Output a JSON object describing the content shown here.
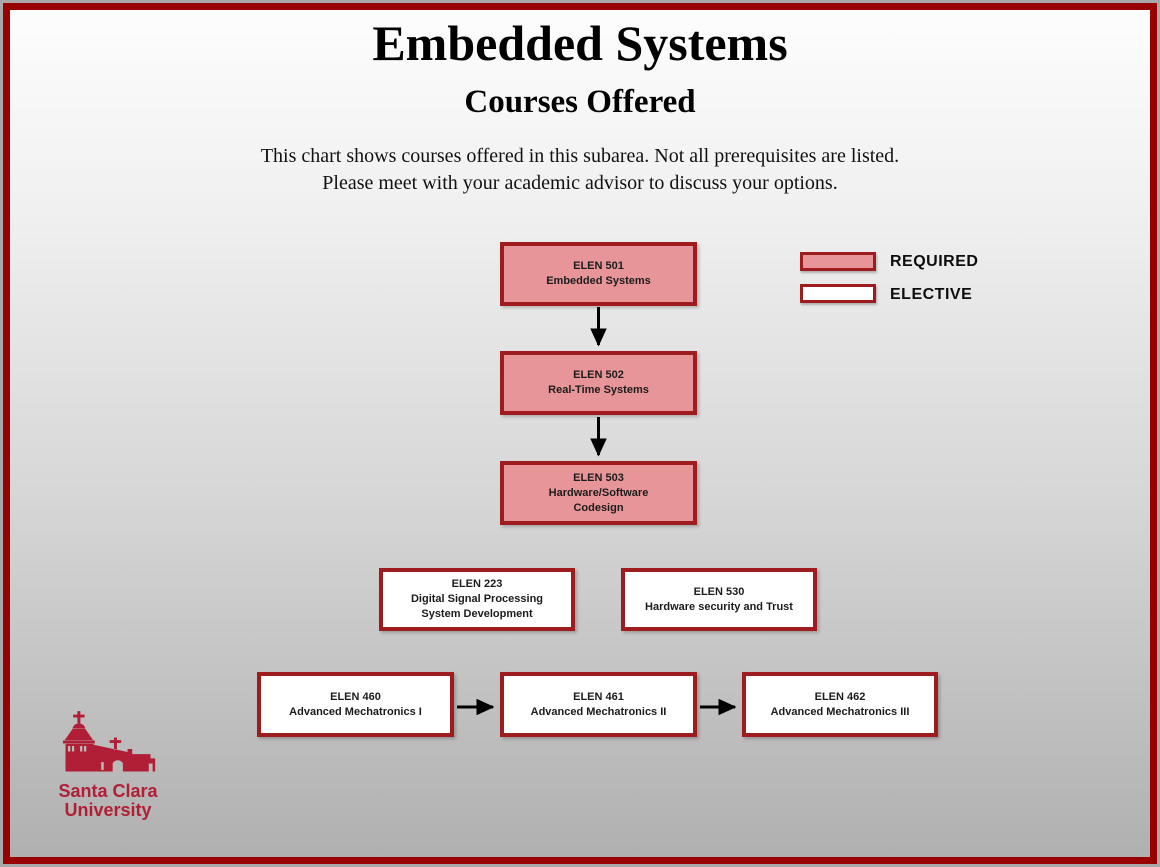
{
  "header": {
    "title": "Embedded Systems",
    "subtitle": "Courses Offered",
    "note_line1": "This chart shows courses offered in this subarea. Not all prerequisites are listed.",
    "note_line2": "Please meet with your academic advisor to discuss your options."
  },
  "legend": {
    "required_label": "REQUIRED",
    "elective_label": "ELECTIVE"
  },
  "colors": {
    "required_fill": "#E8959A",
    "elective_fill": "#FFFFFF",
    "box_border": "#9E1B1E",
    "frame_border": "#990000",
    "outer_border": "#A9A9A9",
    "arrow": "#000000",
    "logo_red": "#B01F35"
  },
  "diagram": {
    "courses": [
      {
        "code": "ELEN 501",
        "name": "Embedded Systems",
        "type": "required"
      },
      {
        "code": "ELEN 502",
        "name": "Real-Time Systems",
        "type": "required"
      },
      {
        "code": "ELEN 503",
        "name": "Hardware/Software Codesign",
        "type": "required"
      },
      {
        "code": "ELEN 223",
        "name": "Digital Signal Processing System Development",
        "type": "elective"
      },
      {
        "code": "ELEN 530",
        "name": "Hardware security and Trust",
        "type": "elective"
      },
      {
        "code": "ELEN 460",
        "name": "Advanced Mechatronics I",
        "type": "elective"
      },
      {
        "code": "ELEN 461",
        "name": "Advanced Mechatronics II",
        "type": "elective"
      },
      {
        "code": "ELEN 462",
        "name": "Advanced Mechatronics III",
        "type": "elective"
      }
    ],
    "edges": [
      {
        "from": "ELEN 501",
        "to": "ELEN 502"
      },
      {
        "from": "ELEN 502",
        "to": "ELEN 503"
      },
      {
        "from": "ELEN 460",
        "to": "ELEN 461"
      },
      {
        "from": "ELEN 461",
        "to": "ELEN 462"
      }
    ]
  },
  "logo": {
    "line1": "Santa Clara",
    "line2": "University",
    "icon": "mission-church-icon"
  }
}
